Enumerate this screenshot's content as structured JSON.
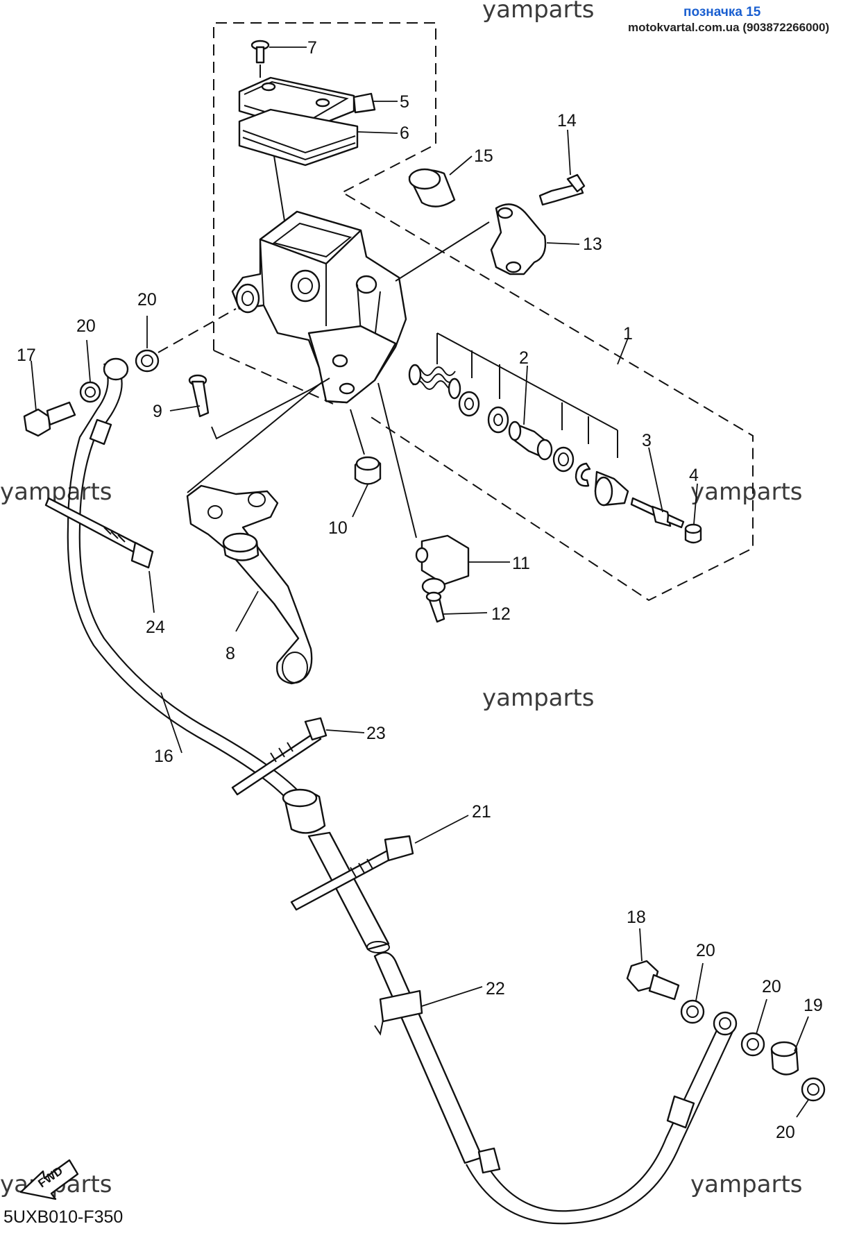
{
  "header": {
    "badge": "позначка 15",
    "site": "motokvartal.com.ua (903872266000)"
  },
  "watermarks": [
    "yamparts",
    "yamparts",
    "yamparts",
    "yamparts",
    "yamparts",
    "yamparts"
  ],
  "diagram_code": "5UXB010-F350",
  "fwd_label": "FWD",
  "callouts": [
    "7",
    "5",
    "6",
    "14",
    "15",
    "13",
    "1",
    "2",
    "3",
    "4",
    "20",
    "20",
    "17",
    "9",
    "10",
    "11",
    "12",
    "8",
    "24",
    "16",
    "23",
    "21",
    "22",
    "18",
    "20",
    "20",
    "19",
    "20"
  ]
}
